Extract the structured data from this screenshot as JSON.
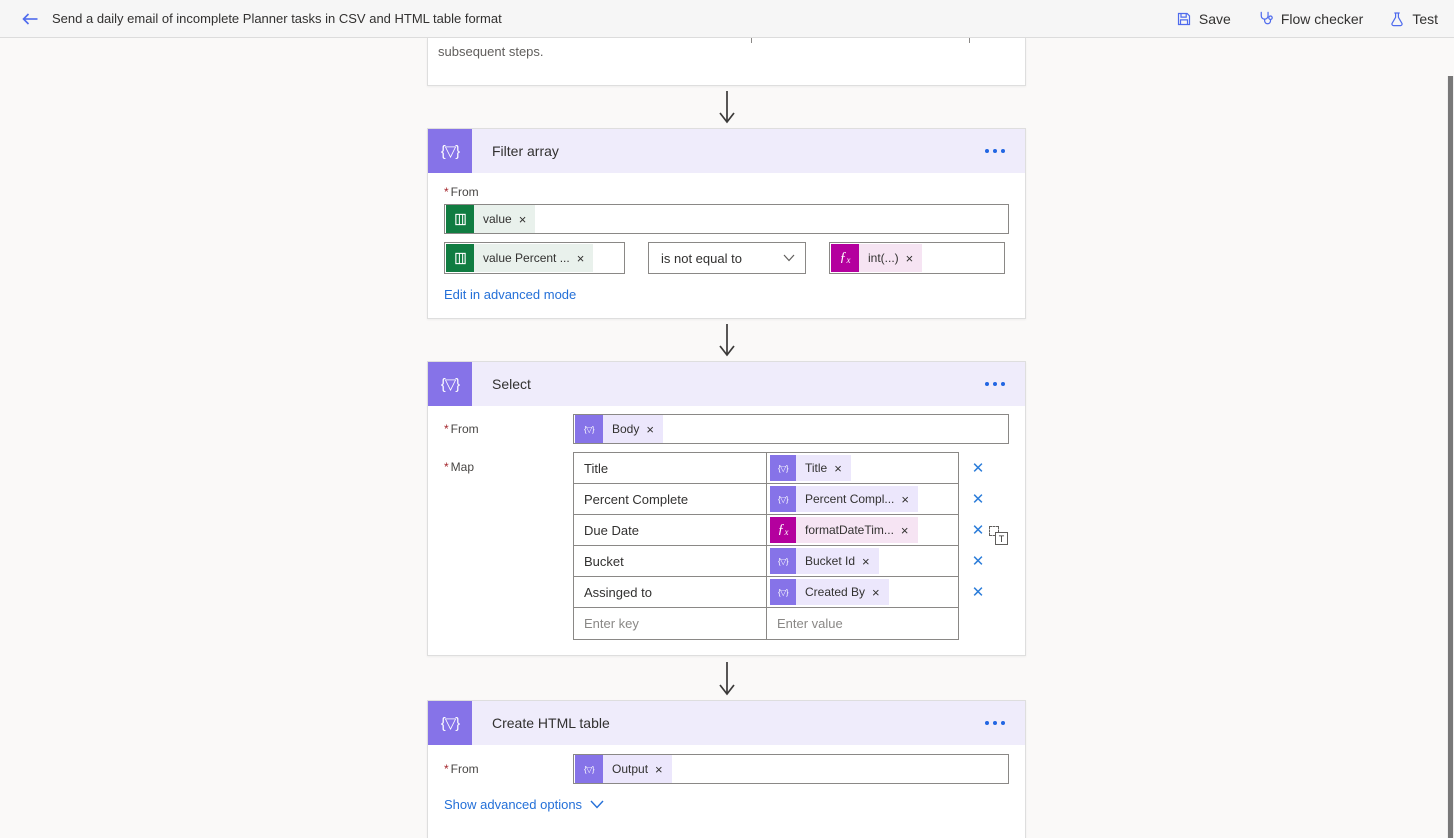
{
  "topbar": {
    "title": "Send a daily email of incomplete Planner tasks in CSV and HTML table format",
    "save_label": "Save",
    "flow_checker_label": "Flow checker",
    "test_label": "Test"
  },
  "colors": {
    "accent_purple": "#8673e8",
    "header_lavender": "#efecfb",
    "planner_green": "#107c41",
    "expression_magenta": "#b4009e",
    "link_blue": "#2470d8",
    "topbar_icon_blue": "#4f6bed"
  },
  "partial_card": {
    "text": "subsequent steps."
  },
  "filter_array": {
    "title": "Filter array",
    "from_label": "From",
    "from_token": "value",
    "left_token": "value Percent ...",
    "operator": "is not equal to",
    "right_token": "int(...)",
    "advanced_link": "Edit in advanced mode"
  },
  "select": {
    "title": "Select",
    "from_label": "From",
    "from_token": "Body",
    "map_label": "Map",
    "rows": [
      {
        "key": "Title",
        "value": "Title"
      },
      {
        "key": "Percent Complete",
        "value": "Percent Compl..."
      },
      {
        "key": "Due Date",
        "value": "formatDateTim..."
      },
      {
        "key": "Bucket",
        "value": "Bucket Id"
      },
      {
        "key": "Assinged to",
        "value": "Created By"
      }
    ],
    "key_placeholder": "Enter key",
    "value_placeholder": "Enter value"
  },
  "create_html_table": {
    "title": "Create HTML table",
    "from_label": "From",
    "from_token": "Output",
    "advanced_link": "Show advanced options"
  }
}
